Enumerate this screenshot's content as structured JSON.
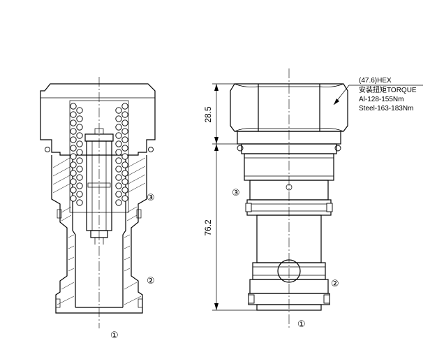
{
  "annotations": {
    "hex": "(47.6)HEX",
    "torque": "安装扭矩TORQUE",
    "torque_al": "Al-128-155Nm",
    "torque_steel": "Steel-163-183Nm"
  },
  "dimensions": {
    "top": "28.5",
    "body": "76.2"
  },
  "ports": {
    "p1": "①",
    "p2": "②",
    "p3": "③"
  }
}
